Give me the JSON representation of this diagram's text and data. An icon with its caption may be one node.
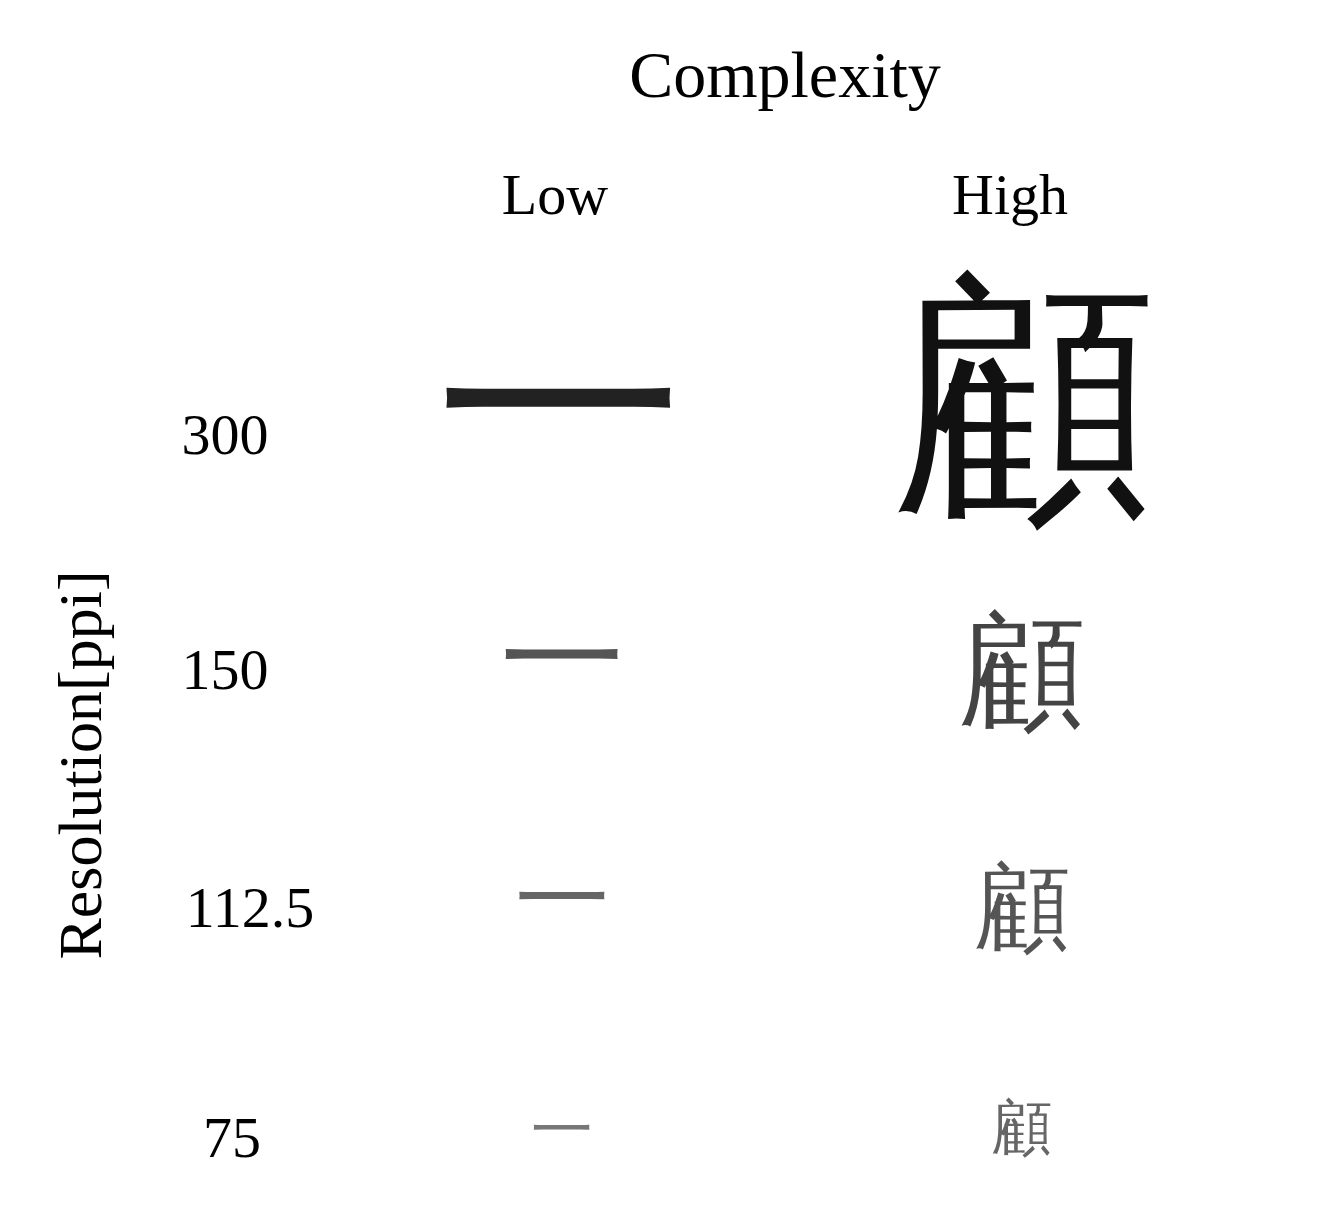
{
  "diagram": {
    "labels": [
      "Complexity",
      "Low",
      "High",
      "Resolution[ppi]",
      "300",
      "一",
      "顧",
      "150",
      "一",
      "顧",
      "112.5",
      "一",
      "顧",
      "75",
      "一",
      "顧"
    ]
  }
}
